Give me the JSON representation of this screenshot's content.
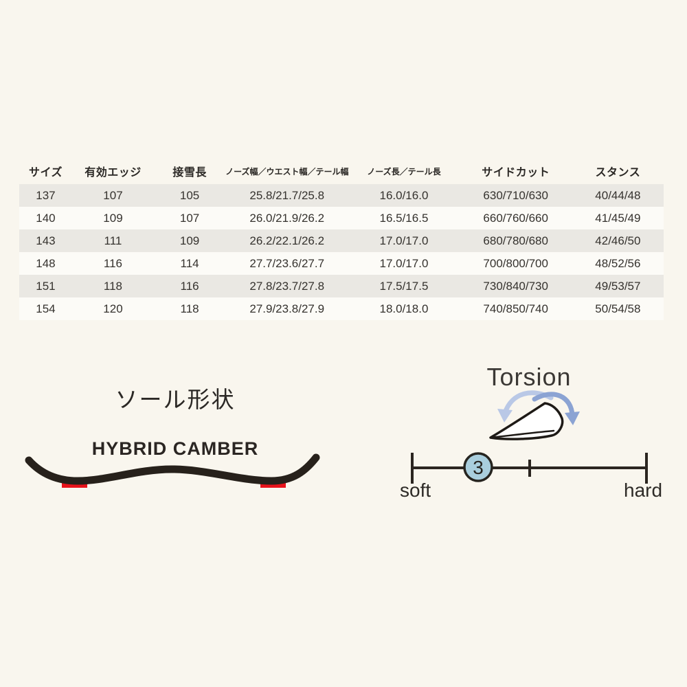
{
  "page": {
    "background_color": "#f9f6ee",
    "text_color": "#2e2a26"
  },
  "spec_table": {
    "headers": [
      {
        "label": "サイズ",
        "small": false
      },
      {
        "label": "有効エッジ",
        "small": false
      },
      {
        "label": "接雪長",
        "small": false
      },
      {
        "label": "ノーズ幅／ウエスト幅／テール幅",
        "small": true
      },
      {
        "label": "ノーズ長／テール長",
        "small": true
      },
      {
        "label": "サイドカット",
        "small": false
      },
      {
        "label": "スタンス",
        "small": false
      }
    ],
    "rows": [
      [
        "137",
        "107",
        "105",
        "25.8/21.7/25.8",
        "16.0/16.0",
        "630/710/630",
        "40/44/48"
      ],
      [
        "140",
        "109",
        "107",
        "26.0/21.9/26.2",
        "16.5/16.5",
        "660/760/660",
        "41/45/49"
      ],
      [
        "143",
        "111",
        "109",
        "26.2/22.1/26.2",
        "17.0/17.0",
        "680/780/680",
        "42/46/50"
      ],
      [
        "148",
        "116",
        "114",
        "27.7/23.6/27.7",
        "17.0/17.0",
        "700/800/700",
        "48/52/56"
      ],
      [
        "151",
        "118",
        "116",
        "27.8/23.7/27.8",
        "17.5/17.5",
        "730/840/730",
        "49/53/57"
      ],
      [
        "154",
        "120",
        "118",
        "27.9/23.8/27.9",
        "18.0/18.0",
        "740/850/740",
        "50/54/58"
      ]
    ],
    "stripe_color": "#eae8e3",
    "row_color": "#fcfbf7"
  },
  "sole_section": {
    "title": "ソール形状",
    "camber_label": "HYBRID CAMBER",
    "board_color": "#27211b",
    "marker_color": "#e8131b"
  },
  "torsion_section": {
    "title": "Torsion",
    "value": "3",
    "left_label": "soft",
    "right_label": "hard",
    "circle_fill": "#a9cedd",
    "line_color": "#2b2520",
    "arrow_color": "#8ba3d3",
    "arrow_color_light": "#b9c8e6"
  }
}
